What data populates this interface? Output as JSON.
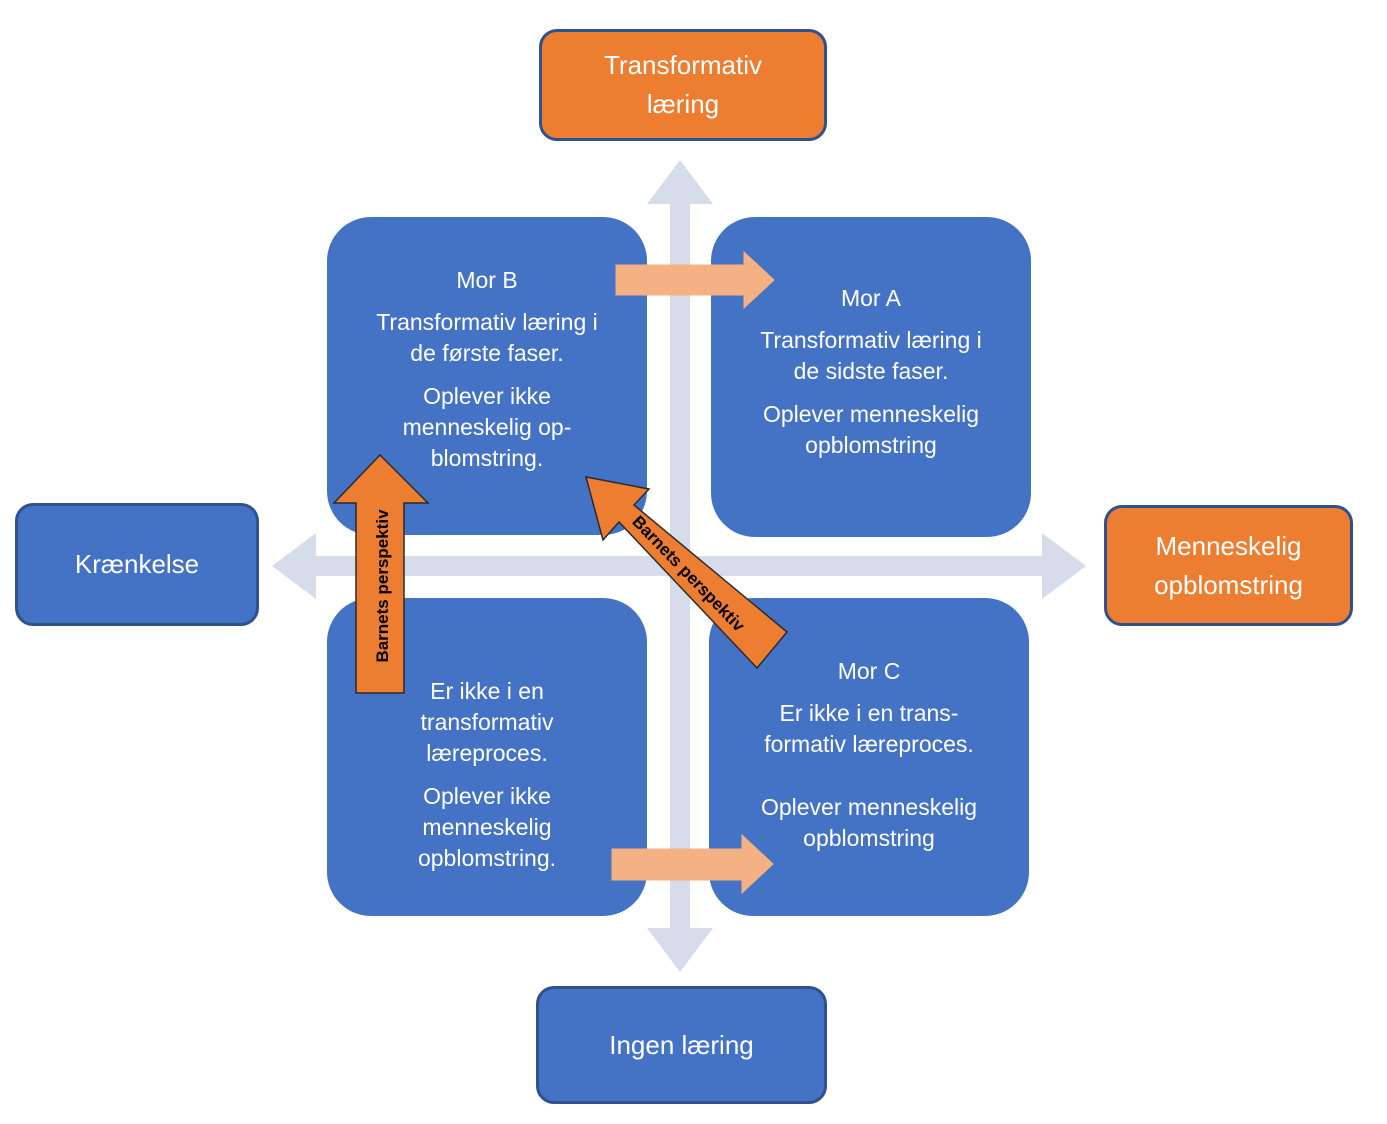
{
  "axes": {
    "top": "Transformativ\nlæring",
    "bottom": "Ingen læring",
    "left": "Krænkelse",
    "right": "Menneskelig\nopblomstring"
  },
  "quadrants": {
    "top_left": {
      "title": "Mor B",
      "line1": "Transformativ læring i\nde første faser.",
      "line2": "Oplever ikke\nmenneskelig op-\nblomstring."
    },
    "top_right": {
      "title": "Mor A",
      "line1": "Transformativ læring i\nde sidste faser.",
      "line2": "Oplever  menneskelig\nopblomstring"
    },
    "bottom_left": {
      "title": "",
      "line1": "Er ikke i en\ntransformativ\nlæreproces.",
      "line2": "Oplever ikke\nmenneskelig\nopblomstring."
    },
    "bottom_right": {
      "title": "Mor C",
      "line1": "Er ikke i en trans-\nformativ læreproces.",
      "line2": "Oplever  menneskelig\nopblomstring"
    }
  },
  "arrows": {
    "vertical_label": "Barnets perspektiv",
    "diagonal_label": "Barnets perspektiv"
  },
  "colors": {
    "blue": "#4472c4",
    "blue_border": "#2f528f",
    "orange": "#ed7d31",
    "axis": "#d6dcea",
    "salmon": "#f4b183"
  }
}
